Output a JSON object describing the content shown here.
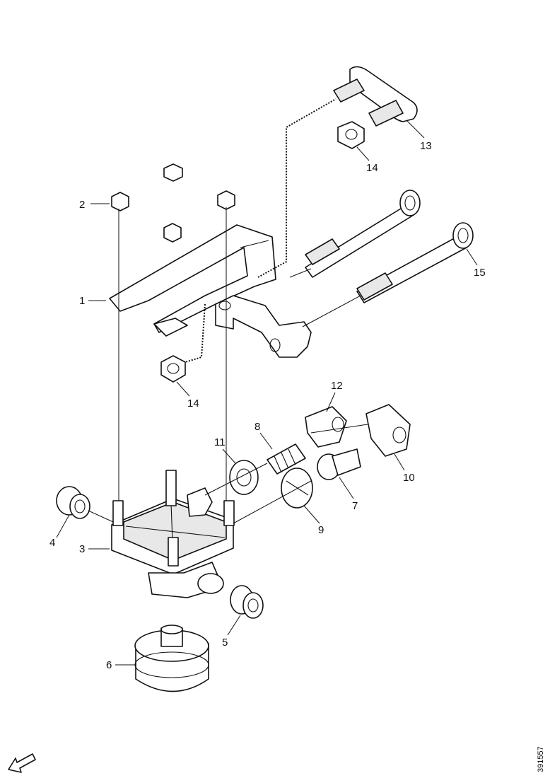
{
  "callouts": {
    "c1": "1",
    "c2": "2",
    "c3": "3",
    "c4": "4",
    "c5": "5",
    "c6": "6",
    "c7": "7",
    "c8": "8",
    "c9": "9",
    "c10": "10",
    "c11": "11",
    "c12": "12",
    "c13": "13",
    "c14a": "14",
    "c14b": "14",
    "c15": "15"
  },
  "doc_ref": "391557",
  "icons": {
    "direction_arrow": "forward-direction-arrow-icon"
  }
}
